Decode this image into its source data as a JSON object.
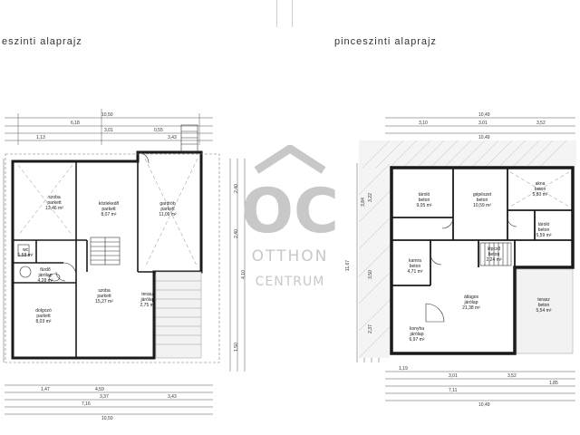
{
  "titles": {
    "left": "eszinti alaprajz",
    "right": "pinceszinti alaprajz"
  },
  "watermark": {
    "logo": "OC",
    "line1": "OTTHON",
    "line2": "CENTRUM"
  },
  "left_plan": {
    "overall_width": "10,50",
    "rooms": [
      {
        "name": "szoba",
        "sub": "parkett",
        "area": "13,46 m²"
      },
      {
        "name": "közlekedő",
        "sub": "parkett",
        "area": "8,07 m²"
      },
      {
        "name": "gardrób",
        "sub": "parkett",
        "area": "11,09 m²"
      },
      {
        "name": "wc",
        "sub": "",
        "area": "1,58 m²"
      },
      {
        "name": "fürdő",
        "sub": "járólap",
        "area": "4,28 m²"
      },
      {
        "name": "szoba",
        "sub": "parkett",
        "area": "15,27 m²"
      },
      {
        "name": "dolgozó",
        "sub": "parkett",
        "area": "8,03 m²"
      },
      {
        "name": "terasz",
        "sub": "járólap",
        "area": "2,75 m²"
      }
    ],
    "dims_top": [
      "6,18",
      "1,13",
      "3,01",
      "0,55",
      "3,43"
    ],
    "dims_bottom": [
      "1,47",
      "4,59",
      "3,37",
      "3,43",
      "7,16",
      "10,50"
    ],
    "dims_right": [
      "2,40",
      "2,40",
      "4,10",
      "1,50"
    ]
  },
  "right_plan": {
    "overall_width": "10,49",
    "rooms": [
      {
        "name": "tároló",
        "sub": "beton",
        "area": "9,05 m²"
      },
      {
        "name": "gépészet",
        "sub": "beton",
        "area": "10,59 m²"
      },
      {
        "name": "akna",
        "sub": "beton",
        "area": "5,80 m²"
      },
      {
        "name": "tároló",
        "sub": "beton",
        "area": "5,59 m²"
      },
      {
        "name": "kamra",
        "sub": "beton",
        "area": "4,71 m²"
      },
      {
        "name": "lépcső",
        "sub": "beton",
        "area": "2,24 m²"
      },
      {
        "name": "átlagos",
        "sub": "járólap",
        "area": "21,38 m²"
      },
      {
        "name": "konyha",
        "sub": "járólap",
        "area": "6,97 m²"
      },
      {
        "name": "terasz",
        "sub": "beton",
        "area": "5,54 m²"
      }
    ],
    "dims_top": [
      "3,10",
      "3,01",
      "3,52",
      "10,49"
    ],
    "dims_bottom": [
      "1,19",
      "3,01",
      "3,52",
      "1,85",
      "7,11",
      "10,49"
    ],
    "dims_left": [
      "3,84",
      "3,22",
      "11,67",
      "3,50",
      "2,37"
    ]
  }
}
